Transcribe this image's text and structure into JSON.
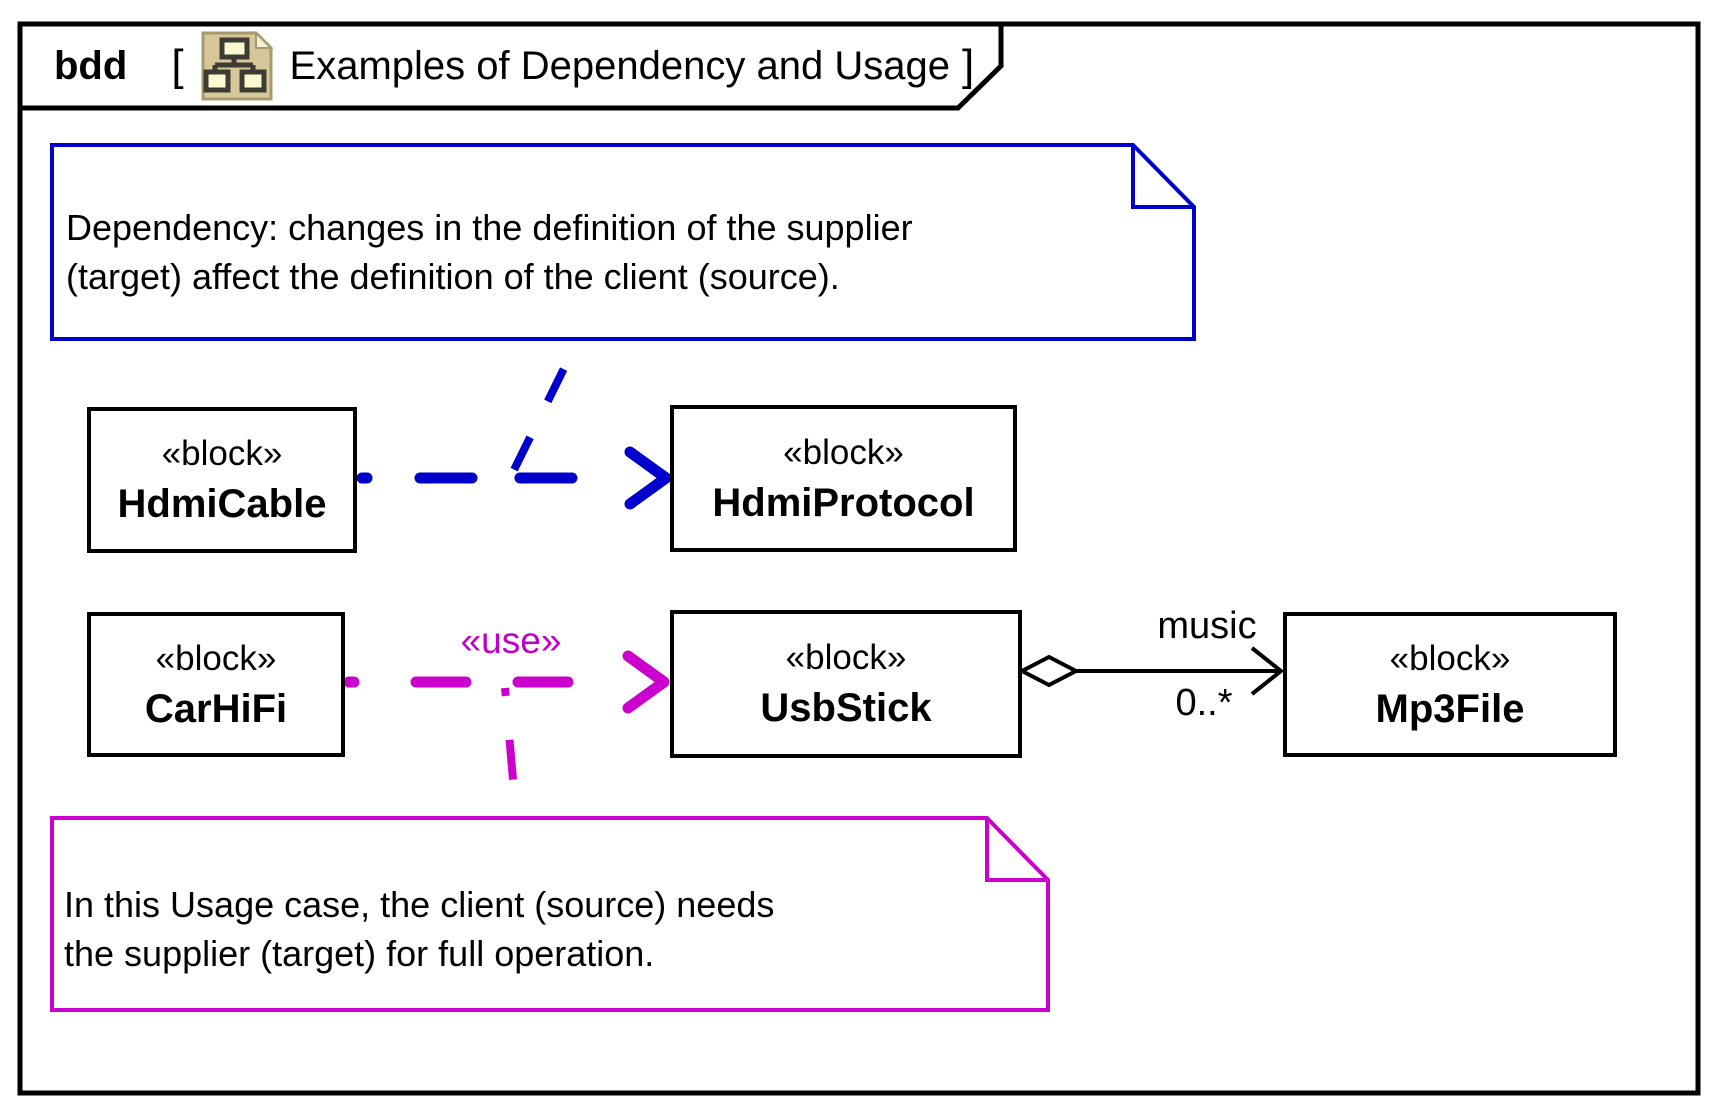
{
  "frame": {
    "keyword": "bdd",
    "open_bracket": "[",
    "title": "Examples of Dependency and Usage",
    "close_bracket": "]"
  },
  "notes": [
    {
      "id": "dependency-note",
      "text": "Dependency: changes in the definition of the supplier\n(target) affect the definition of the client (source).",
      "border_color": "#0000cc"
    },
    {
      "id": "usage-note",
      "text": "In this Usage case, the client (source) needs\nthe supplier (target) for full operation.",
      "border_color": "#cc00cc"
    }
  ],
  "blocks": [
    {
      "stereotype": "«block»",
      "name": "HdmiCable"
    },
    {
      "stereotype": "«block»",
      "name": "HdmiProtocol"
    },
    {
      "stereotype": "«block»",
      "name": "CarHiFi"
    },
    {
      "stereotype": "«block»",
      "name": "UsbStick"
    },
    {
      "stereotype": "«block»",
      "name": "Mp3File"
    }
  ],
  "connectors": {
    "dependency": {
      "style": "dashed-open-arrow",
      "color": "#0000cc"
    },
    "usage": {
      "style": "dashed-open-arrow",
      "color": "#cc00cc",
      "label": "«use»"
    },
    "aggregation": {
      "style": "diamond-open-arrow",
      "color": "#000000",
      "name": "music",
      "multiplicity": "0..*"
    }
  }
}
